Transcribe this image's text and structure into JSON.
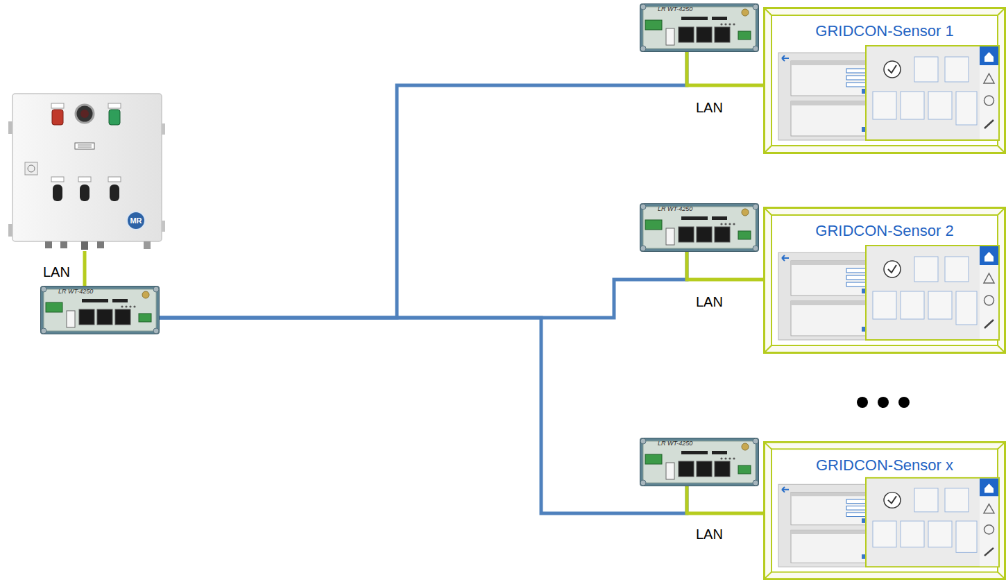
{
  "diagram": {
    "nodes": [
      {
        "text": [
          "MR"
        ]
      },
      {
        "text": [
          "LR WT-4250"
        ]
      },
      {
        "text": [
          "LR WT-4250"
        ]
      },
      {
        "text": [
          "GRIDCON-Sensor 1"
        ]
      },
      {
        "text": [
          "LR WT-4250"
        ]
      },
      {
        "text": [
          "GRIDCON-Sensor 2"
        ]
      },
      {
        "text": [
          "LR WT-4250"
        ]
      },
      {
        "text": [
          "GRIDCON-Sensor x"
        ]
      }
    ],
    "edges": [
      {
        "from": 0,
        "to": 1,
        "label": "LAN",
        "arrow": "none"
      },
      {
        "from": 1,
        "to": 2,
        "arrow": "none"
      },
      {
        "from": 2,
        "to": 3,
        "label": "LAN",
        "arrow": "none"
      },
      {
        "from": 1,
        "to": 4,
        "arrow": "none"
      },
      {
        "from": 4,
        "to": 5,
        "label": "LAN",
        "arrow": "none"
      },
      {
        "from": 1,
        "to": 6,
        "arrow": "none"
      },
      {
        "from": 6,
        "to": 7,
        "label": "LAN",
        "arrow": "none"
      }
    ]
  }
}
